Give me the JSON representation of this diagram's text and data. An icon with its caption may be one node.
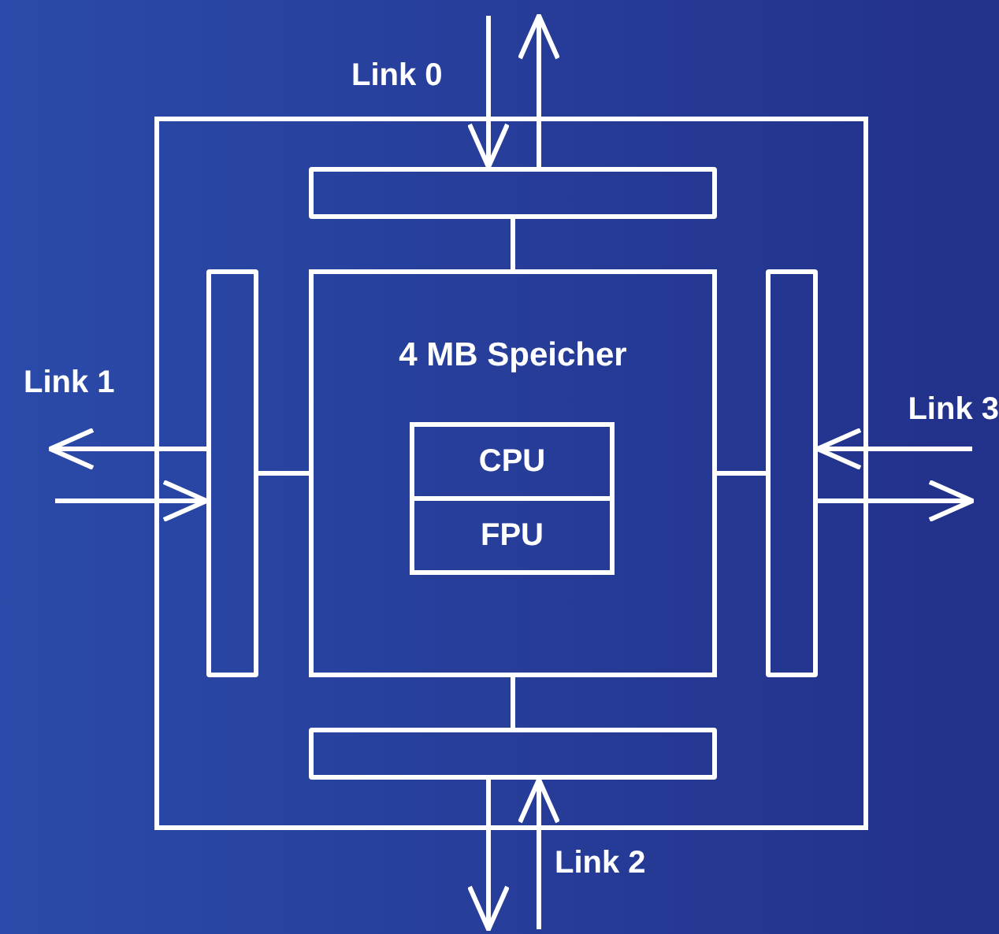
{
  "diagram": {
    "nodes": [
      {
        "text": [],
        "shape": "box"
      },
      {
        "text": [],
        "shape": "bar",
        "in": 0,
        "beside": [
          "Link 0"
        ]
      },
      {
        "text": [],
        "shape": "bar",
        "in": 0,
        "beside": [
          "Link 1"
        ]
      },
      {
        "text": [
          "4 MB Speicher"
        ],
        "in": 0
      },
      {
        "text": [
          "CPU"
        ],
        "in": 3
      },
      {
        "text": [
          "FPU"
        ],
        "in": 3
      },
      {
        "text": [],
        "shape": "bar",
        "in": 0,
        "beside": [
          "Link 3"
        ]
      },
      {
        "text": [],
        "shape": "bar",
        "in": 0,
        "beside": [
          "Link 2"
        ]
      }
    ],
    "edges": [
      {
        "from": 1,
        "to": 3,
        "arrow": "none"
      },
      {
        "from": 2,
        "to": 3,
        "arrow": "none"
      },
      {
        "from": 6,
        "to": 3,
        "arrow": "none"
      },
      {
        "from": 7,
        "to": 3,
        "arrow": "none"
      },
      {
        "from": null,
        "to": 1,
        "arrow": "to"
      },
      {
        "from": 1,
        "to": null,
        "arrow": "to"
      },
      {
        "from": 2,
        "to": null,
        "arrow": "to"
      },
      {
        "from": null,
        "to": 2,
        "arrow": "to"
      },
      {
        "from": null,
        "to": 6,
        "arrow": "to"
      },
      {
        "from": 6,
        "to": null,
        "arrow": "to"
      },
      {
        "from": 7,
        "to": null,
        "arrow": "to"
      },
      {
        "from": null,
        "to": 7,
        "arrow": "to"
      }
    ]
  }
}
